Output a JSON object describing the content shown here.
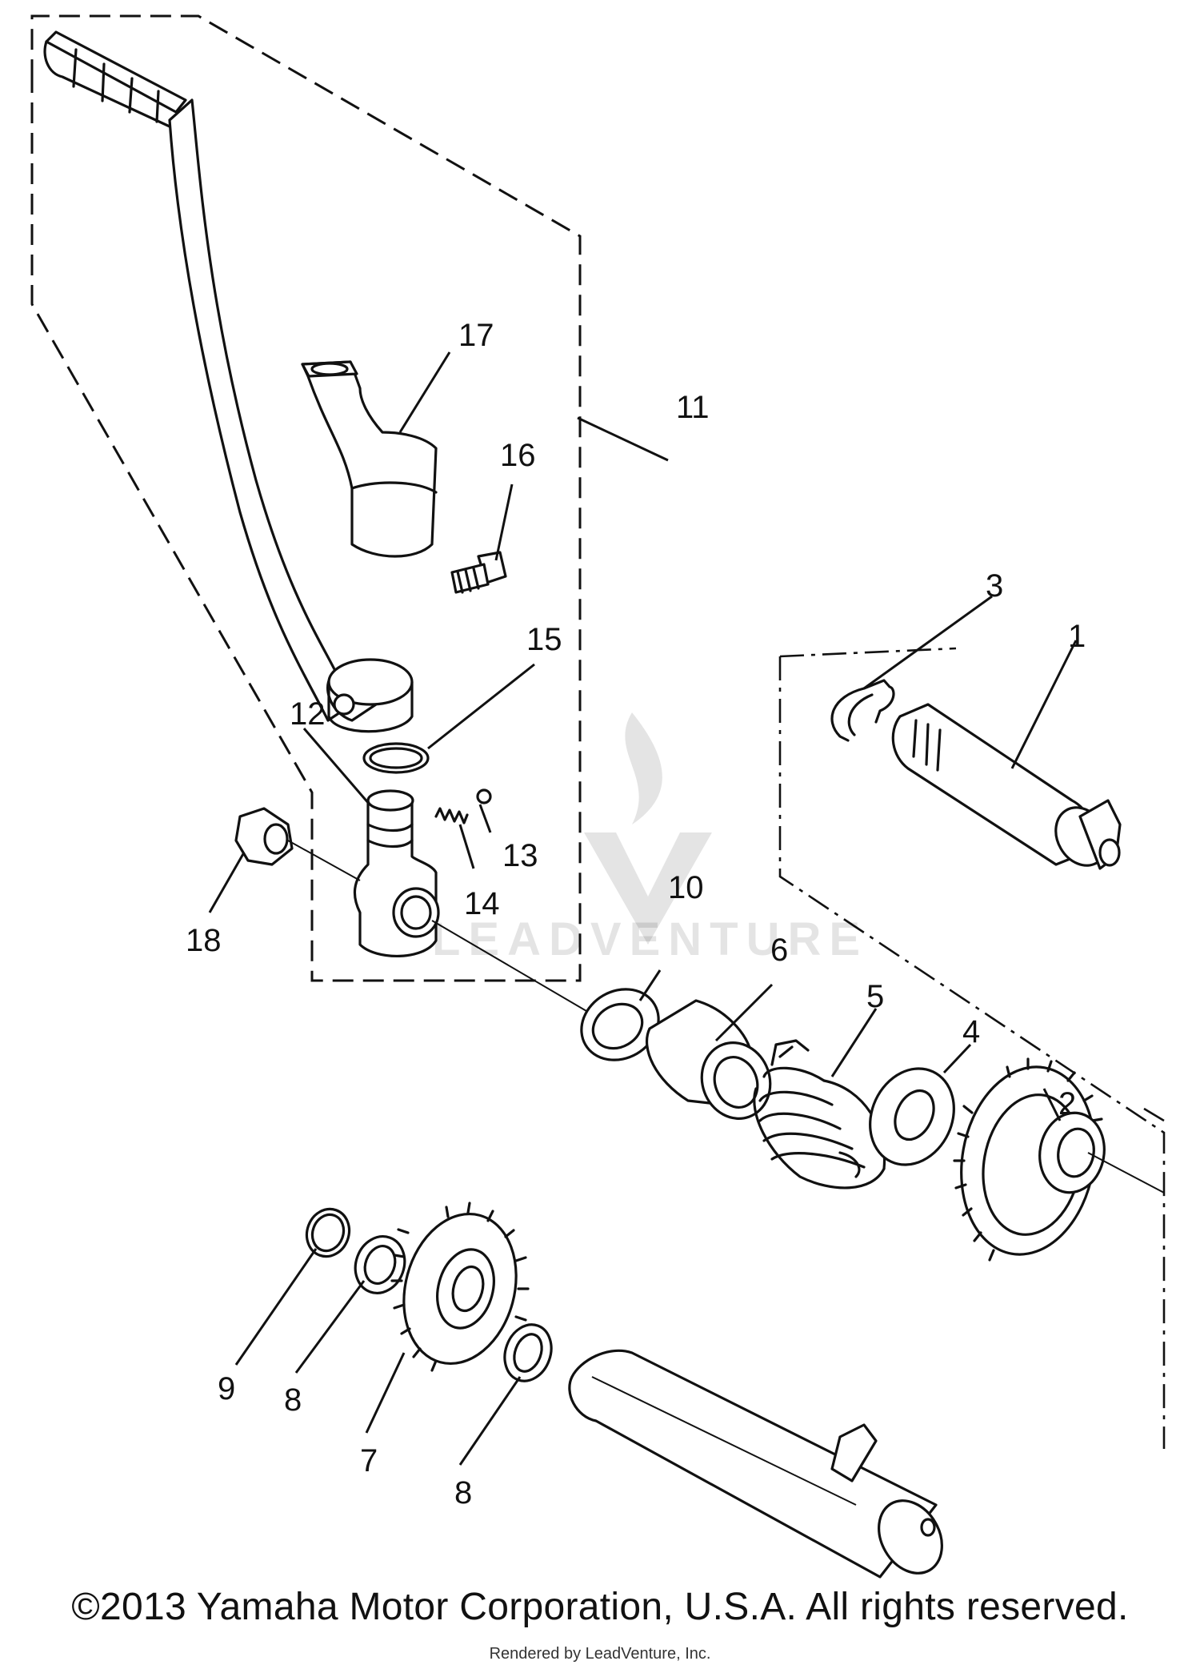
{
  "diagram": {
    "callouts": {
      "c1": "1",
      "c2": "2",
      "c3": "3",
      "c4": "4",
      "c5": "5",
      "c6": "6",
      "c7": "7",
      "c8a": "8",
      "c8b": "8",
      "c9": "9",
      "c10": "10",
      "c11": "11",
      "c12": "12",
      "c13": "13",
      "c14": "14",
      "c15": "15",
      "c16": "16",
      "c17": "17",
      "c18": "18"
    }
  },
  "watermark": {
    "text": "LEADVENTURE"
  },
  "footer": {
    "copyright": "©2013 Yamaha Motor Corporation, U.S.A. All rights reserved.",
    "rendered_by": "Rendered by LeadVenture, Inc."
  }
}
